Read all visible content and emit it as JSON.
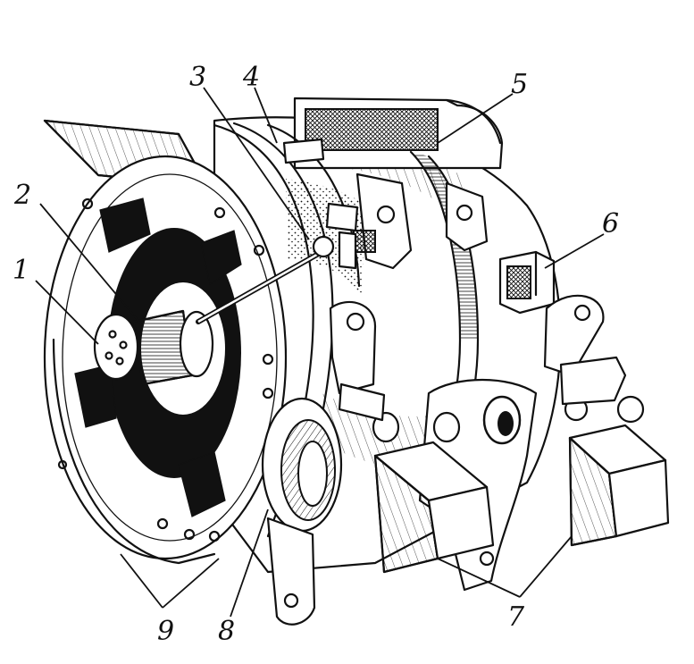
{
  "labels": [
    {
      "id": "1",
      "text": "1"
    },
    {
      "id": "2",
      "text": "2"
    },
    {
      "id": "3",
      "text": "3"
    },
    {
      "id": "4",
      "text": "4"
    },
    {
      "id": "5",
      "text": "5"
    },
    {
      "id": "6",
      "text": "6"
    },
    {
      "id": "7",
      "text": "7"
    },
    {
      "id": "8",
      "text": "8"
    },
    {
      "id": "9",
      "text": "9"
    }
  ],
  "colors": {
    "ink": "#111111",
    "paper": "#ffffff"
  }
}
